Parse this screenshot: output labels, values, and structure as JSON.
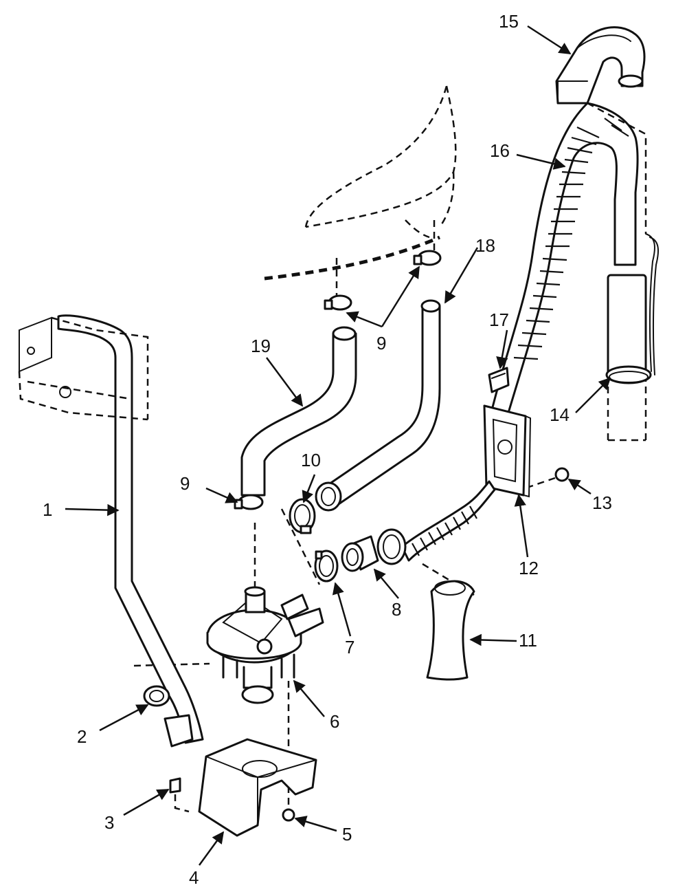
{
  "callouts": [
    {
      "id": "1",
      "label": "1"
    },
    {
      "id": "2",
      "label": "2"
    },
    {
      "id": "3",
      "label": "3"
    },
    {
      "id": "4",
      "label": "4"
    },
    {
      "id": "5",
      "label": "5"
    },
    {
      "id": "6",
      "label": "6"
    },
    {
      "id": "7",
      "label": "7"
    },
    {
      "id": "8",
      "label": "8"
    },
    {
      "id": "9a",
      "label": "9"
    },
    {
      "id": "9b",
      "label": "9"
    },
    {
      "id": "10",
      "label": "10"
    },
    {
      "id": "11",
      "label": "11"
    },
    {
      "id": "12",
      "label": "12"
    },
    {
      "id": "13",
      "label": "13"
    },
    {
      "id": "14",
      "label": "14"
    },
    {
      "id": "15",
      "label": "15"
    },
    {
      "id": "16",
      "label": "16"
    },
    {
      "id": "17",
      "label": "17"
    },
    {
      "id": "18",
      "label": "18"
    },
    {
      "id": "19",
      "label": "19"
    }
  ],
  "colors": {
    "ink": "#111111",
    "paper": "#ffffff"
  }
}
